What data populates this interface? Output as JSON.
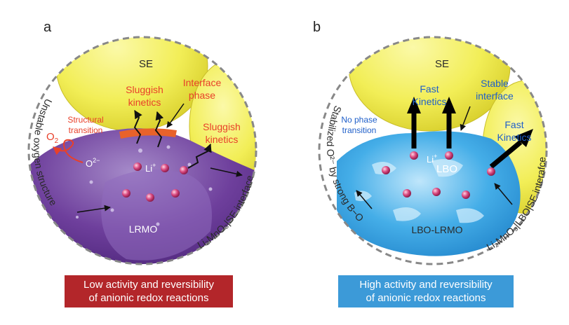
{
  "panel_a": {
    "letter": "a",
    "se": "SE",
    "sluggish_top_1": "Sluggish",
    "sluggish_top_2": "kinetics",
    "interface_1": "Interface",
    "interface_2": "phase",
    "structural_1": "Structural",
    "structural_2": "transition",
    "o2": "O",
    "o2_sub": "2",
    "o_ion": "O",
    "o_ion_sup": "2−",
    "li_ion": "Li",
    "li_sup": "+",
    "sluggish_right_1": "Sluggish",
    "sluggish_right_2": "kinetics",
    "lrmo": "LRMO",
    "left_arc": "Unstable oxygen structure",
    "right_arc": "Li₂MnO₃|SE interface",
    "summary_1": "Low activity and reversibility",
    "summary_2": "of anionic redox reactions"
  },
  "panel_b": {
    "letter": "b",
    "se": "SE",
    "fast_top_1": "Fast",
    "fast_top_2": "Kinetics",
    "stable_1": "Stable",
    "stable_2": "interface",
    "no_phase_1": "No phase",
    "no_phase_2": "transition",
    "li_ion": "Li",
    "li_sup": "+",
    "lbo": "LBO",
    "fast_right_1": "Fast",
    "fast_right_2": "Kinetics",
    "lbo_lrmo": "LBO-LRMO",
    "left_arc": "Stabilized O²⁻ by strong B−O",
    "right_arc": "Li₂MnO₃|LBO|SE interafce",
    "summary_1": "High activity and reversibility",
    "summary_2": "of anionic redox reactions"
  },
  "colors": {
    "se_yellow": "#f2ee57",
    "lrmo_purple": "#6a3a96",
    "lbo_blue": "#3aa6e6",
    "interface_orange": "#e8622a",
    "li_ion_pink": "#d0457a",
    "box_red": "#b3262a",
    "box_blue": "#3c9ad8",
    "dashed_grey": "#888888"
  }
}
